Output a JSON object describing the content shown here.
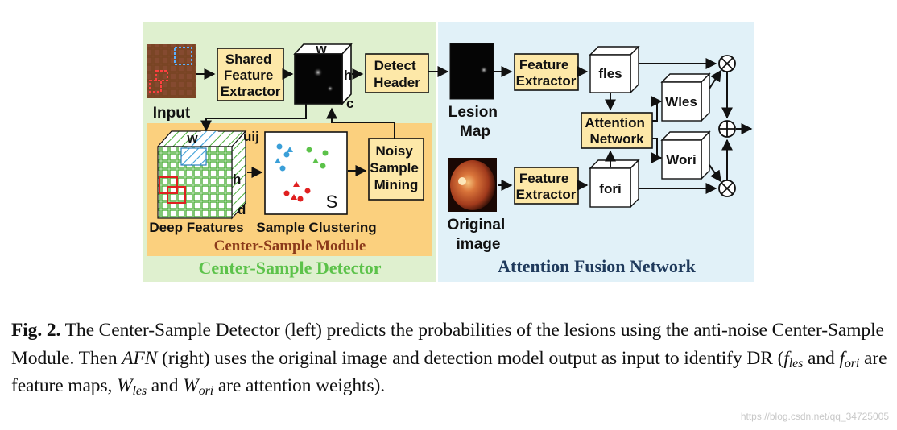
{
  "left_panel": {
    "title": "Center-Sample Detector",
    "module_title": "Center-Sample Module",
    "input_label": "Input",
    "shared_extractor": [
      "Shared",
      "Feature",
      "Extractor"
    ],
    "detect_header": [
      "Detect",
      "Header"
    ],
    "dim_w": "w",
    "dim_h": "h",
    "dim_c": "c",
    "dim_d": "d",
    "dim_uij": "uij",
    "noisy_mining": [
      "Noisy",
      "Sample",
      "Mining"
    ],
    "cluster_label": "S",
    "deep_features": "Deep Features",
    "sample_clustering": "Sample Clustering"
  },
  "right_panel": {
    "title": "Attention Fusion Network",
    "lesion_map": [
      "Lesion",
      "Map"
    ],
    "original_image": [
      "Original",
      "image"
    ],
    "feature_extractor": [
      "Feature",
      "Extractor"
    ],
    "fles": "fles",
    "fori": "fori",
    "wles": "Wles",
    "wori": "Wori",
    "attention_network": [
      "Attention",
      "Network"
    ],
    "mult_symbol": "⊗",
    "sum_symbol": "⊕"
  },
  "caption": {
    "fig": "Fig. 2.",
    "t1": " The Center-Sample Detector (left) predicts the probabilities of the lesions using the anti-noise Center-Sample Module. Then ",
    "afn": "AFN",
    "t2": " (right) uses the original image and detection model output as input to identify DR (",
    "f": "f",
    "les": "les",
    "and1": " and ",
    "ori": "ori",
    "t3": " are feature maps, ",
    "W": "W",
    "and2": " and ",
    "t4": " are attention weights)."
  },
  "watermark": "https://blog.csdn.net/qq_34725005",
  "colors": {
    "left_bg": "#dff0cf",
    "right_bg": "#e1f1f8",
    "module_bg": "#fbd07e",
    "box_fill": "#fde8a8",
    "left_title": "#5cc24a",
    "right_title": "#1f3a5c",
    "module_title": "#8b3a1a"
  }
}
